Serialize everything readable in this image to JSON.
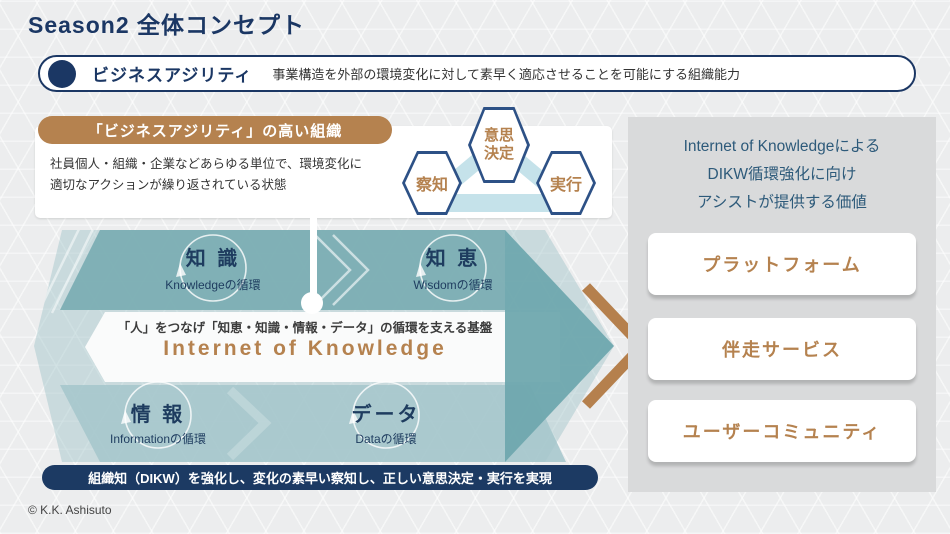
{
  "page": {
    "title": "Season2 全体コンセプト",
    "copyright": "© K.K. Ashisuto"
  },
  "banner": {
    "label": "ビジネスアジリティ",
    "description": "事業構造を外部の環境変化に対して素早く適応させることを可能にする組織能力"
  },
  "org_card": {
    "header": "「ビジネスアジリティ」の高い組織",
    "description_line1": "社員個人・組織・企業などあらゆる単位で、環境変化に",
    "description_line2": "適切なアクションが繰り返されている状態"
  },
  "cycle_hexagons": {
    "sense": "察知",
    "decision_line1": "意思",
    "decision_line2": "決定",
    "action": "実行"
  },
  "diagram": {
    "knowledge": {
      "title": "知 識",
      "subtitle": "Knowledgeの循環"
    },
    "wisdom": {
      "title": "知 恵",
      "subtitle": "Wisdomの循環"
    },
    "information": {
      "title": "情 報",
      "subtitle": "Informationの循環"
    },
    "data": {
      "title": "データ",
      "subtitle": "Dataの循環"
    },
    "platform_caption": "「人」をつなげ「知恵・知識・情報・データ」の循環を支える基盤",
    "platform_title": "Internet of Knowledge",
    "bottom_banner": "組織知（DIKW）を強化し、変化の素早い察知し、正しい意思決定・実行を実現"
  },
  "value_panel": {
    "title_line1": "Internet of Knowledgeによる",
    "title_line2": "DIKW循環強化に向け",
    "title_line3": "アシストが提供する価値",
    "items": [
      "プラットフォーム",
      "伴走サービス",
      "ユーザーコミュニティ"
    ]
  },
  "colors": {
    "navy": "#1b3764",
    "bronze": "#b5824f",
    "teal_band": "#79acb2",
    "teal_arrow": "#6fa8ae",
    "light_band": "#a4c6cb",
    "panel_gray": "#d9dadb",
    "background": "#ecedee"
  }
}
